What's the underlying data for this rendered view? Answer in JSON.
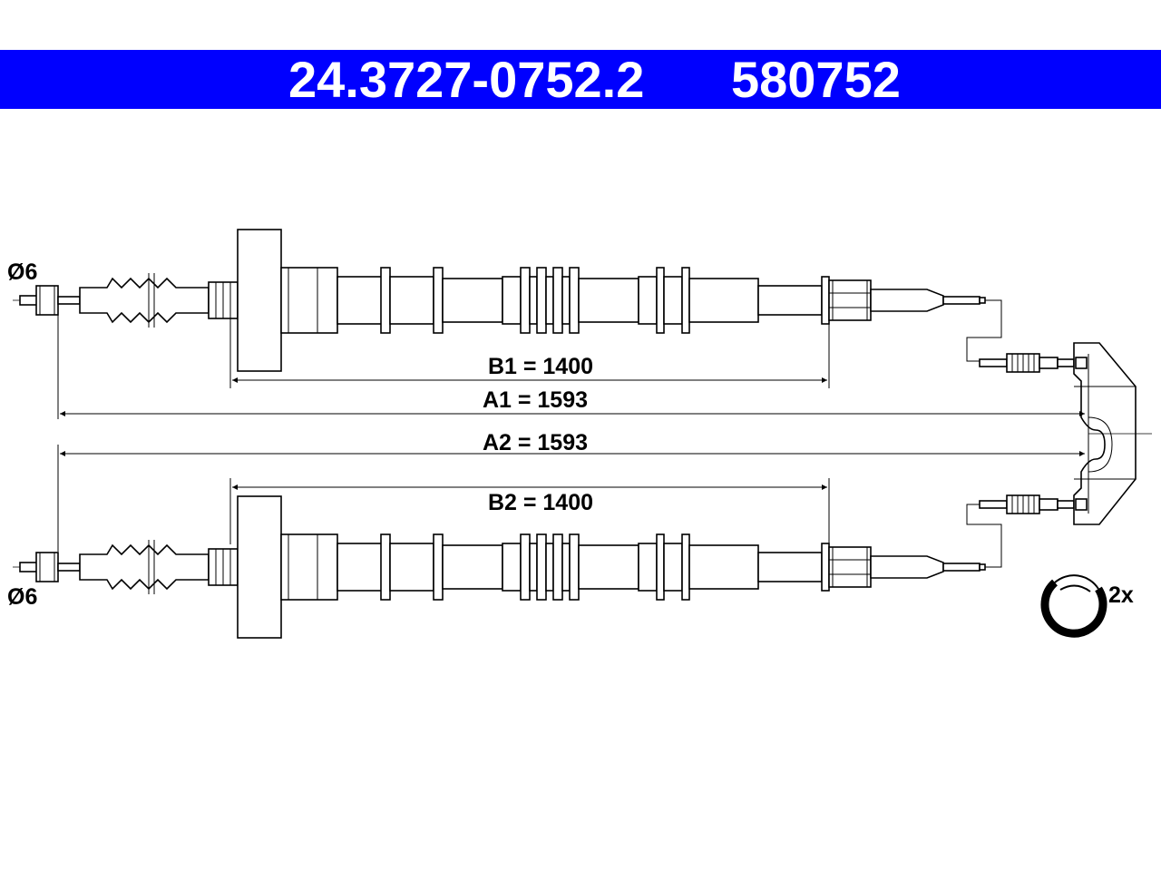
{
  "header": {
    "part_number": "24.3727-0752.2",
    "ref_number": "580752",
    "background_color": "#0000ff",
    "text_color": "#ffffff"
  },
  "dimensions": {
    "diameter_top": "Ø6",
    "diameter_bottom": "Ø6",
    "b1": "B1 = 1400",
    "a1": "A1 = 1593",
    "a2": "A2 = 1593",
    "b2": "B2 = 1400"
  },
  "accessory": {
    "quantity": "2x",
    "icon": "retaining-clip-icon"
  }
}
